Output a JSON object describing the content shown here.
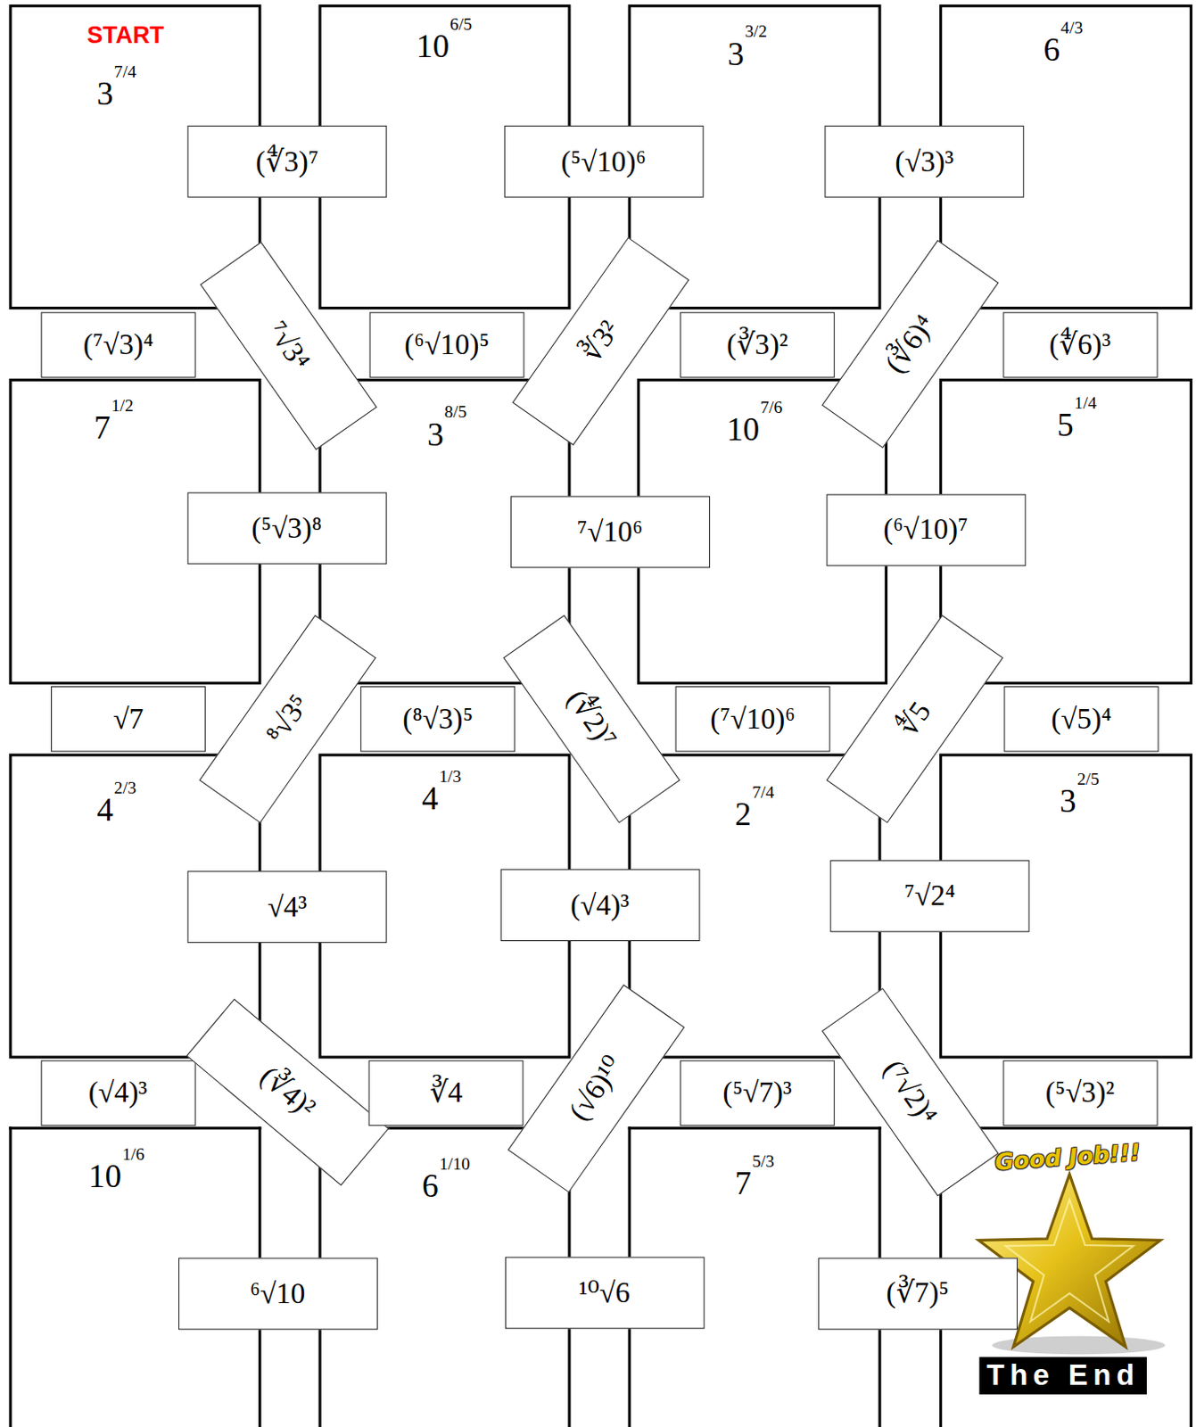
{
  "diagram": {
    "nodes": [
      {
        "text": [
          "START",
          "3",
          "7/4"
        ]
      },
      {
        "text": [
          "10",
          "6/5"
        ]
      },
      {
        "text": [
          "3",
          "3/2"
        ]
      },
      {
        "text": [
          "6",
          "4/3"
        ]
      },
      {
        "text": [
          "(∜3)⁷"
        ]
      },
      {
        "text": [
          "(⁵√10)⁶"
        ]
      },
      {
        "text": [
          "(√3)³"
        ]
      },
      {
        "text": [
          "(⁷√3)⁴"
        ]
      },
      {
        "text": [
          "⁷√3⁴"
        ]
      },
      {
        "text": [
          "(⁶√10)⁵"
        ]
      },
      {
        "text": [
          "∛3²"
        ]
      },
      {
        "text": [
          "(∛3)²"
        ]
      },
      {
        "text": [
          "(∛6)⁴"
        ]
      },
      {
        "text": [
          "(∜6)³"
        ]
      },
      {
        "text": [
          "7",
          "1/2"
        ]
      },
      {
        "text": [
          "3",
          "8/5"
        ]
      },
      {
        "text": [
          "10",
          "7/6"
        ]
      },
      {
        "text": [
          "5",
          "1/4"
        ]
      },
      {
        "text": [
          "(⁵√3)⁸"
        ]
      },
      {
        "text": [
          "⁷√10⁶"
        ]
      },
      {
        "text": [
          "(⁶√10)⁷"
        ]
      },
      {
        "text": [
          "√7"
        ]
      },
      {
        "text": [
          "⁸√3⁵"
        ]
      },
      {
        "text": [
          "(⁸√3)⁵"
        ]
      },
      {
        "text": [
          "(∜2)⁷"
        ]
      },
      {
        "text": [
          "(⁷√10)⁶"
        ]
      },
      {
        "text": [
          "∜5"
        ]
      },
      {
        "text": [
          "(√5)⁴"
        ]
      },
      {
        "text": [
          "4",
          "2/3"
        ]
      },
      {
        "text": [
          "4",
          "1/3"
        ]
      },
      {
        "text": [
          "2",
          "7/4"
        ]
      },
      {
        "text": [
          "3",
          "2/5"
        ]
      },
      {
        "text": [
          "√4³"
        ]
      },
      {
        "text": [
          "(√4)³"
        ]
      },
      {
        "text": [
          "⁷√2⁴"
        ]
      },
      {
        "text": [
          "(√4)³"
        ]
      },
      {
        "text": [
          "(∛4)²"
        ]
      },
      {
        "text": [
          "∛4"
        ]
      },
      {
        "text": [
          "(√6)¹⁰"
        ]
      },
      {
        "text": [
          "(⁵√7)³"
        ]
      },
      {
        "text": [
          "(⁷√2)⁴"
        ]
      },
      {
        "text": [
          "(⁵√3)²"
        ]
      },
      {
        "text": [
          "10",
          "1/6"
        ]
      },
      {
        "text": [
          "6",
          "1/10"
        ]
      },
      {
        "text": [
          "7",
          "5/3"
        ]
      },
      {
        "text": [
          "Good Job!!!",
          "The End"
        ]
      },
      {
        "text": [
          "⁶√10"
        ]
      },
      {
        "text": [
          "¹⁰√6"
        ]
      },
      {
        "text": [
          "(∛7)⁵"
        ]
      }
    ]
  }
}
